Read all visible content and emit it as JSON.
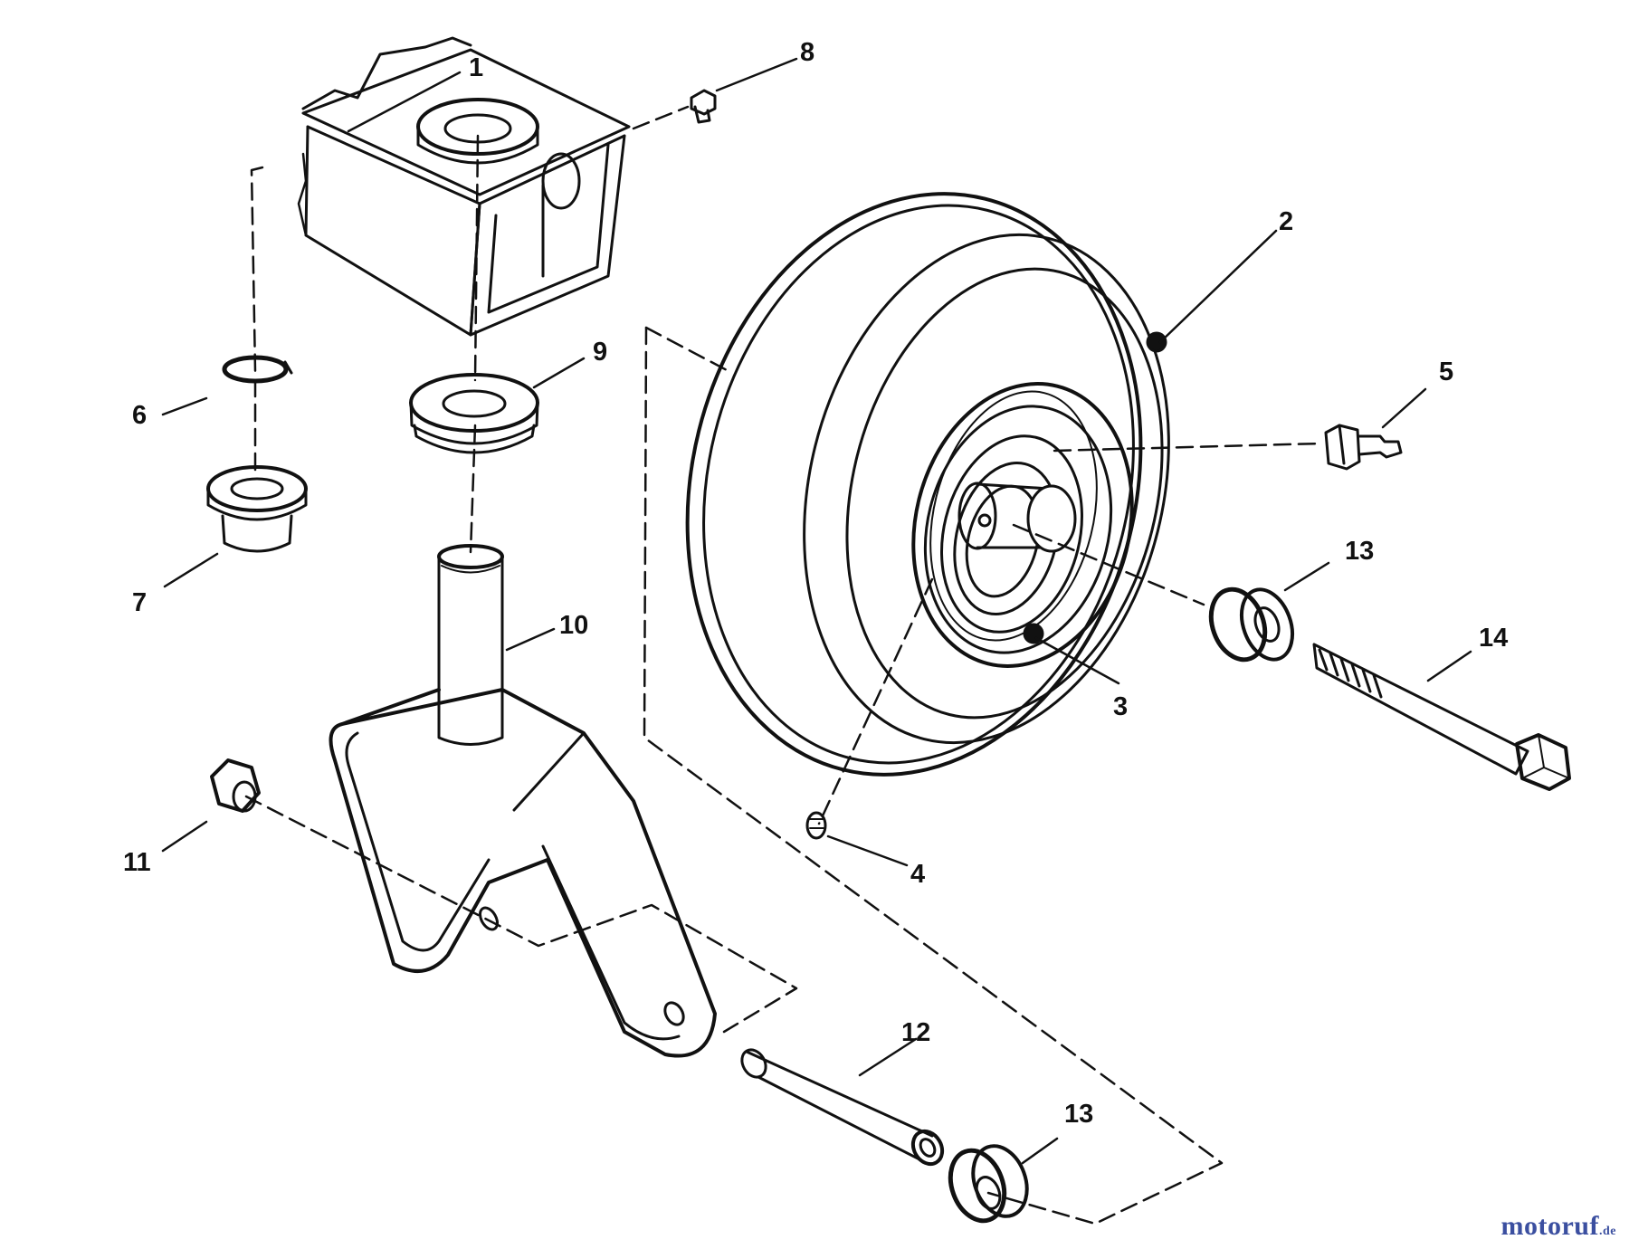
{
  "diagram": {
    "callouts": [
      "1",
      "2",
      "3",
      "4",
      "5",
      "6",
      "7",
      "8",
      "9",
      "10",
      "11",
      "12",
      "13",
      "13",
      "14"
    ]
  },
  "watermark": {
    "brand": "motoruf",
    "suffix": ".de"
  },
  "colors": {
    "ink": "#111111",
    "paper": "#ffffff",
    "wm_blue": "#3b4fa0",
    "wm_orange": "#e0a020"
  }
}
